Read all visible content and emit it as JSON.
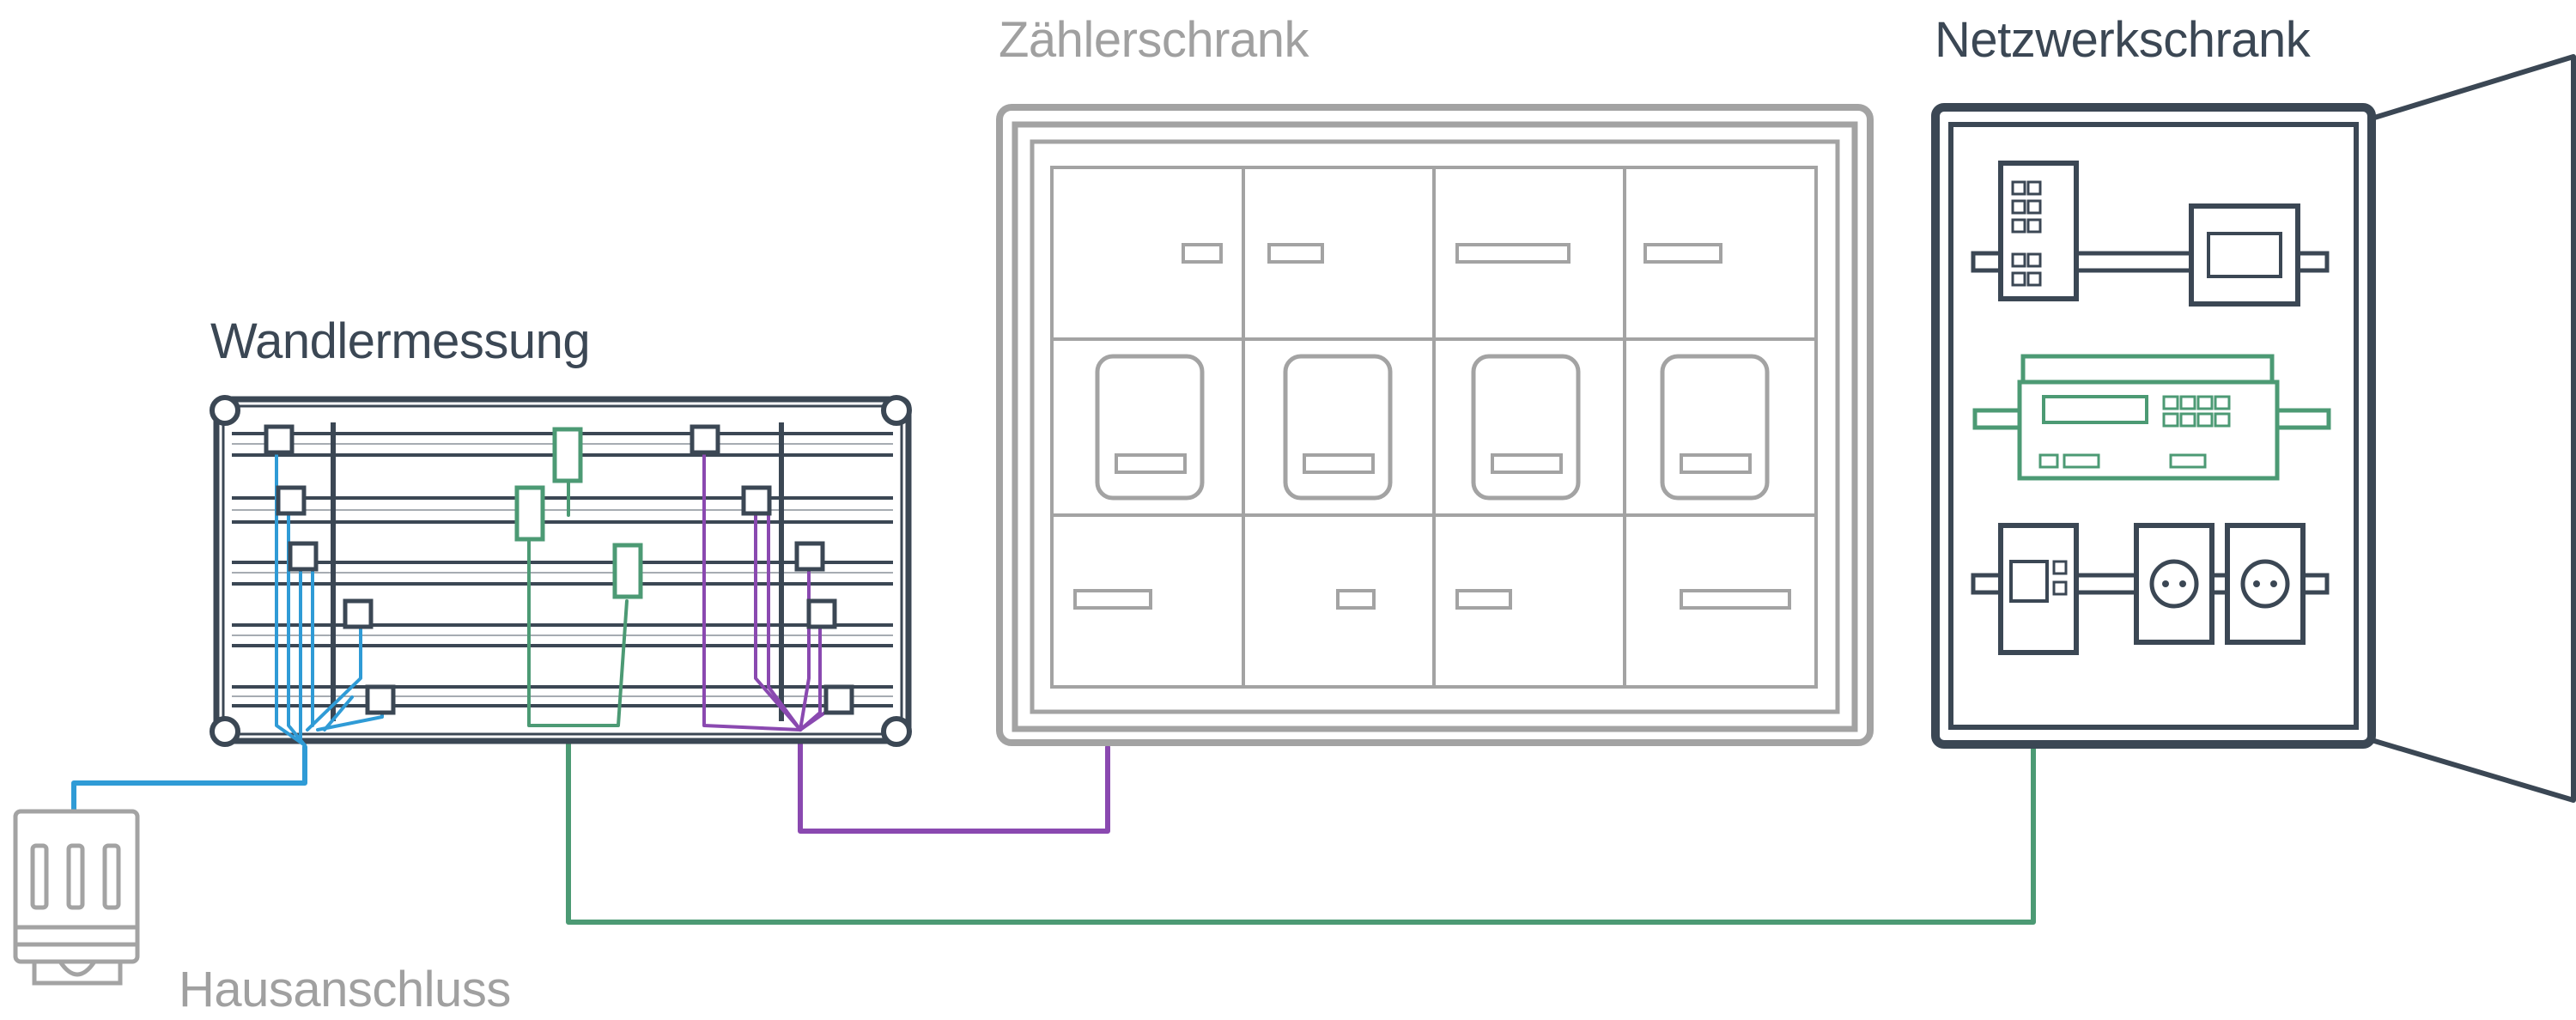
{
  "labels": {
    "zaehlerschrank": "Zählerschrank",
    "netzwerkschrank": "Netzwerkschrank",
    "wandlermessung": "Wandlermessung",
    "hausanschluss": "Hausanschluss"
  },
  "colors": {
    "dark": "#3b4754",
    "grey": "#a3a3a3",
    "blue": "#2f9bd6",
    "green": "#4c9a74",
    "purple": "#8a49b0"
  },
  "icons": {
    "meter_cabinet": "meter-cabinet-icon",
    "network_cabinet": "network-cabinet-icon",
    "transformer_panel": "transformer-panel-icon",
    "house_connection": "house-connection-icon"
  }
}
